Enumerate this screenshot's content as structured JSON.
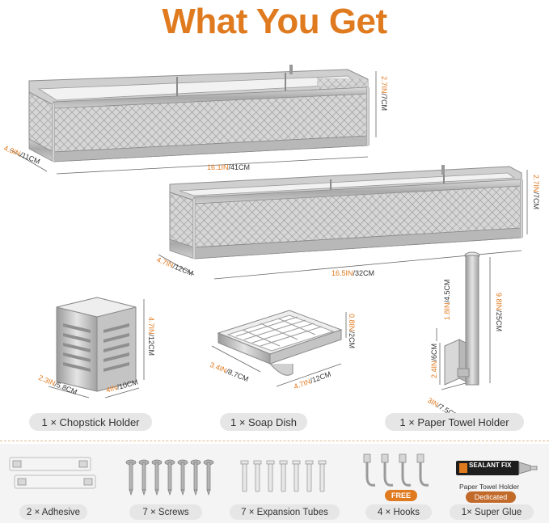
{
  "title": "What You Get",
  "colors": {
    "title": "#e07a1f",
    "accent": "#e07a1f",
    "steel": "#b9b9b9",
    "pill": "#e6e6e6"
  },
  "shelf_large": {
    "width": [
      "16.1IN",
      "/41CM"
    ],
    "depth": [
      "4.3IN",
      "/11CM"
    ],
    "height": [
      "2.7IN",
      "/7CM"
    ]
  },
  "shelf_small": {
    "width": [
      "16.5IN",
      "/32CM"
    ],
    "depth": [
      "4.7IN",
      "/12CM"
    ],
    "height": [
      "2.7IN",
      "/7CM"
    ]
  },
  "chopstick_holder": {
    "label": "1 × Chopstick Holder",
    "height": [
      "4.7IN",
      "/12CM"
    ],
    "width": [
      "2.3IN",
      "/5.8CM"
    ],
    "depth": [
      "4IN",
      "/10CM"
    ]
  },
  "soap_dish": {
    "label": "1 × Soap Dish",
    "height": [
      "0.8IN",
      "/2CM"
    ],
    "width": [
      "3.4IN",
      "/8.7CM"
    ],
    "depth": [
      "4.7IN",
      "/12CM"
    ]
  },
  "paper_towel_holder": {
    "label": "1 × Paper Towel Holder",
    "length": [
      "9.8IN",
      "/25CM"
    ],
    "arm": [
      "1.8IN",
      "/4.5CM"
    ],
    "base_h": [
      "2.4IN",
      "/6CM"
    ],
    "base_w": [
      "3IN",
      "/7.5CM"
    ]
  },
  "accessories": [
    {
      "label": "2 × Adhesive"
    },
    {
      "label": "7 × Screws"
    },
    {
      "label": "7 × Expansion Tubes"
    },
    {
      "label": "4 × Hooks"
    },
    {
      "label": "1× Super Glue"
    }
  ],
  "free_badge": "FREE",
  "glue": {
    "brand": "SEALANT FIX",
    "caption": "Paper Towel Holder",
    "dedicated": "Dedicated"
  }
}
